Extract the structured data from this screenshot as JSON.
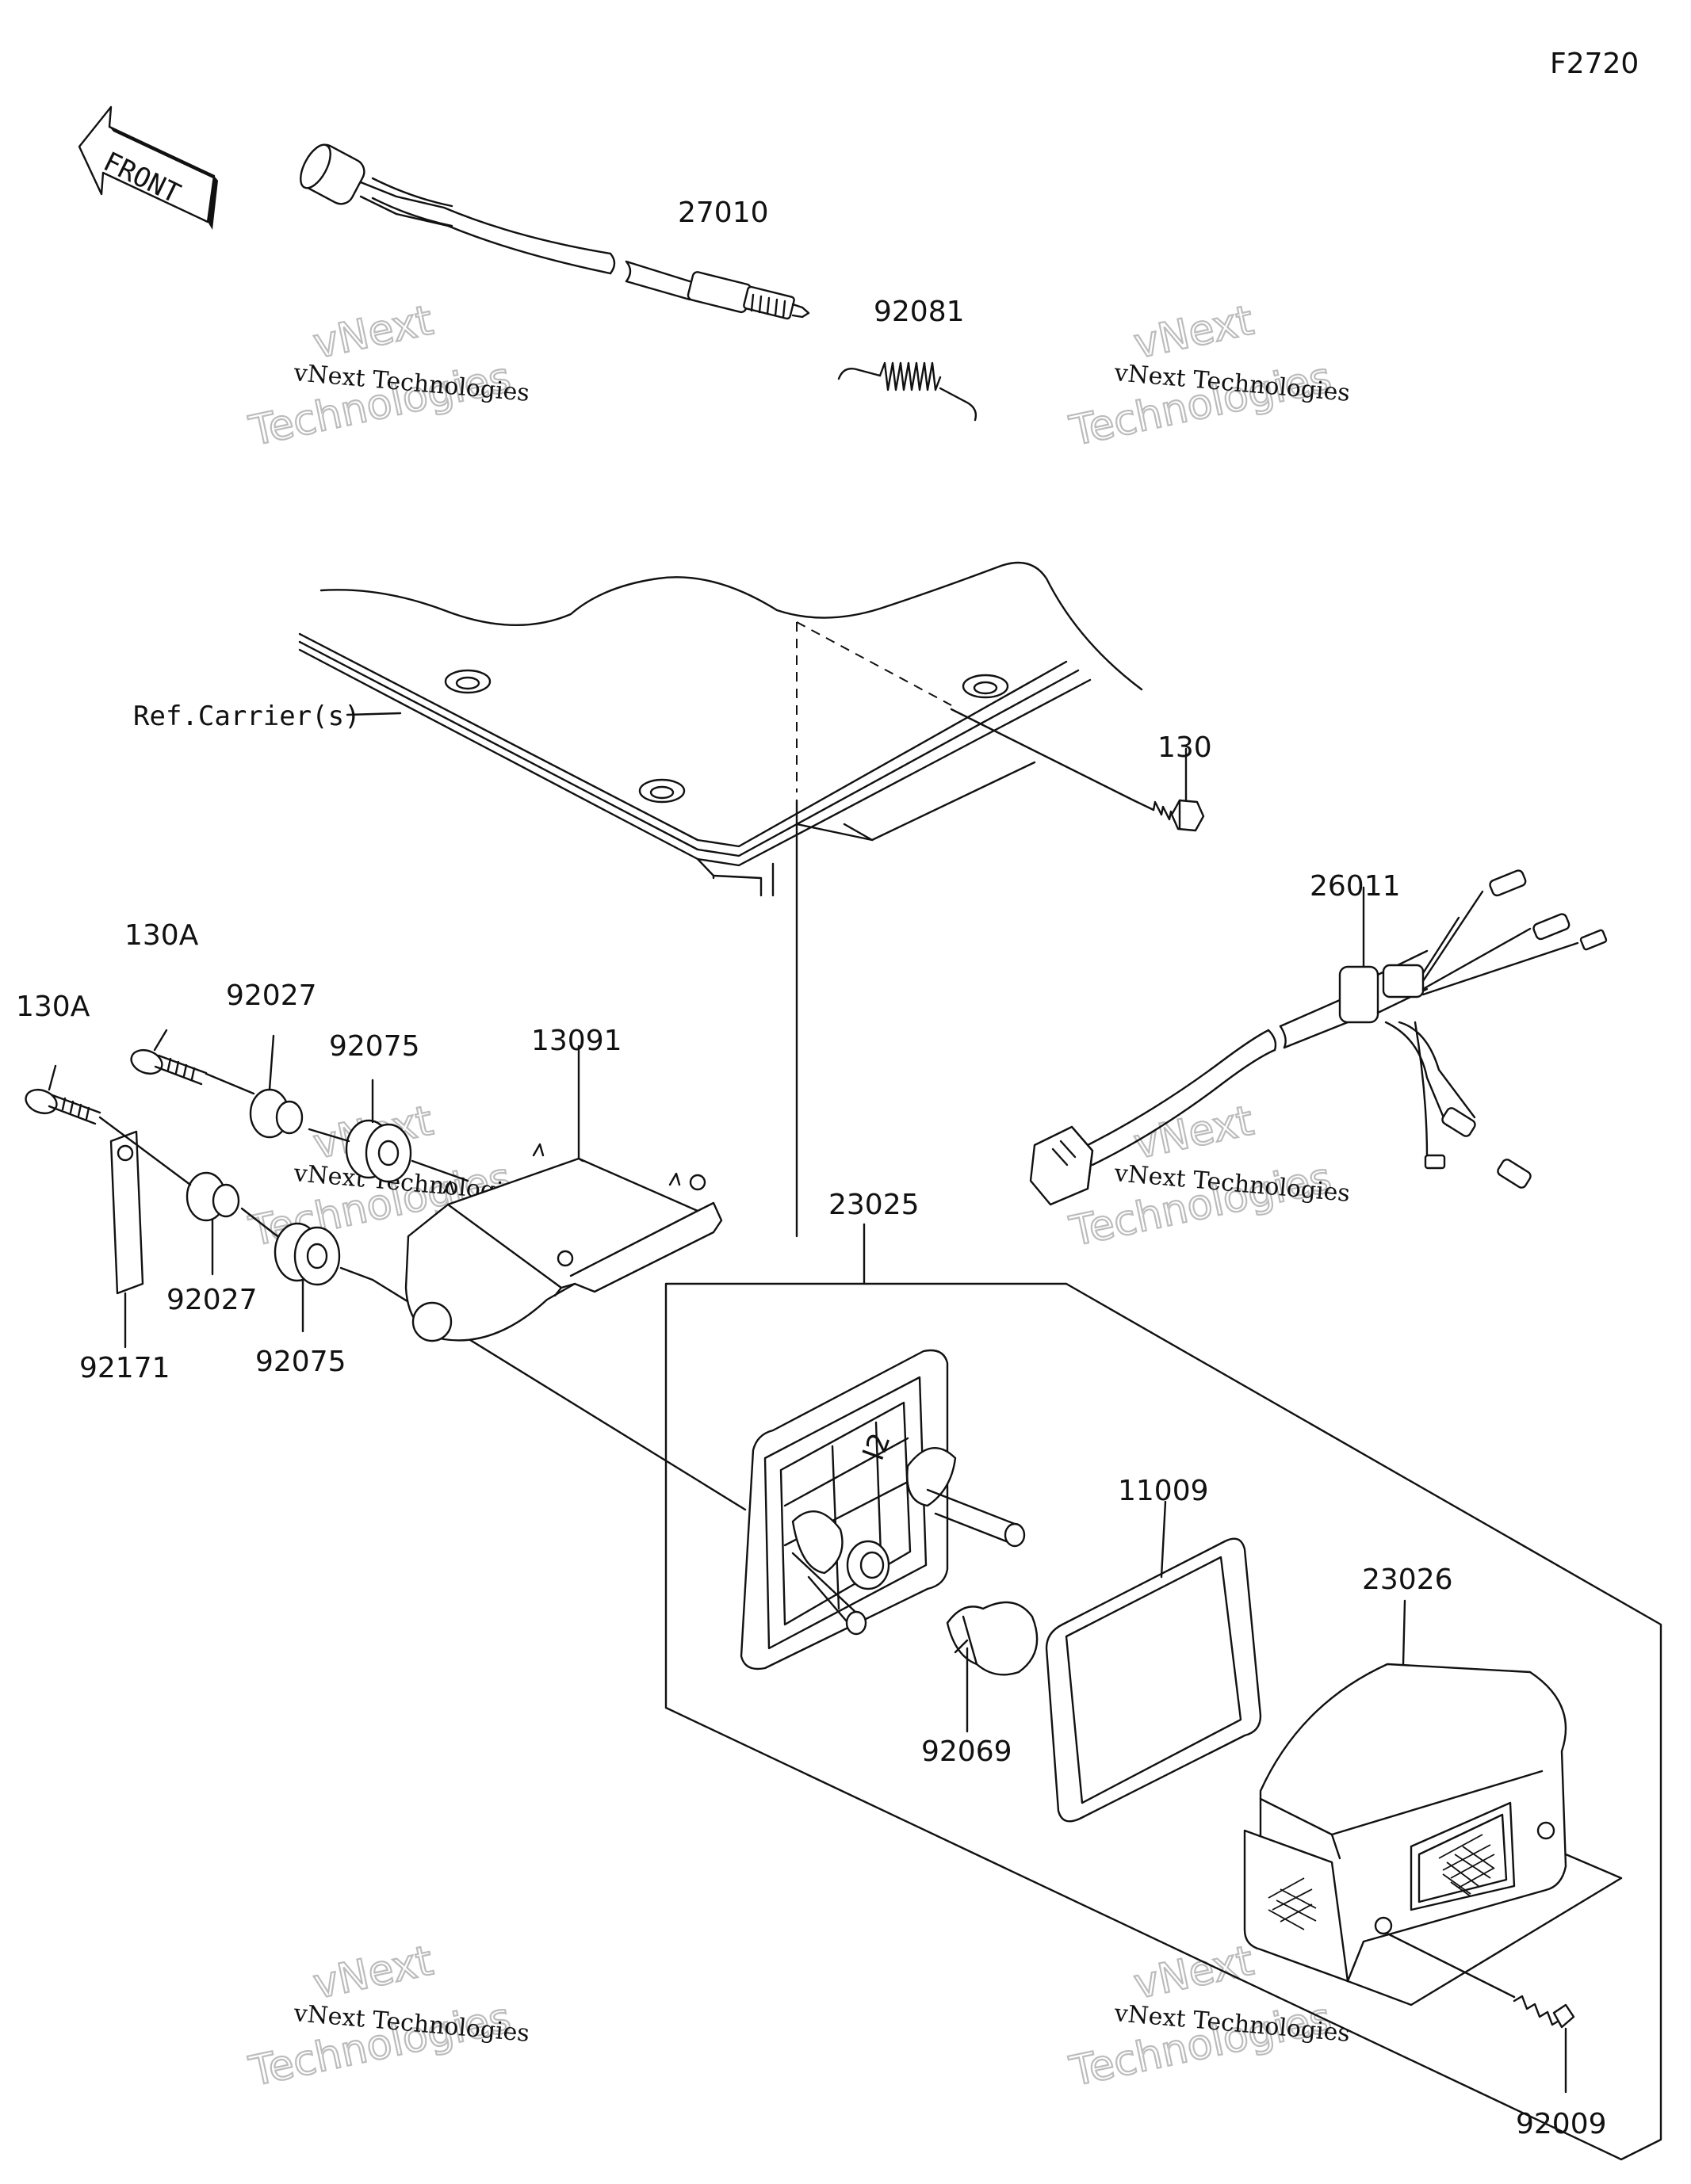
{
  "figure_code": "F2720",
  "direction_marker": "FRONT",
  "reference_label": "Ref.Carrier(s)",
  "part_numbers": {
    "p27010": "27010",
    "p92081": "92081",
    "p130": "130",
    "p26011": "26011",
    "p130A_upper": "130A",
    "p130A_lower": "130A",
    "p92027_upper": "92027",
    "p92027_lower": "92027",
    "p92075_upper": "92075",
    "p92075_lower": "92075",
    "p13091": "13091",
    "p92171": "92171",
    "p23025": "23025",
    "p11009": "11009",
    "p23026": "23026",
    "p92069": "92069",
    "p92009": "92009"
  },
  "watermark": {
    "small": "vNext Technologies",
    "large_line1": "vNext",
    "large_line2": "Technologies"
  },
  "colors": {
    "line": "#111111",
    "watermark": "#bcbcbc",
    "background": "#ffffff"
  }
}
